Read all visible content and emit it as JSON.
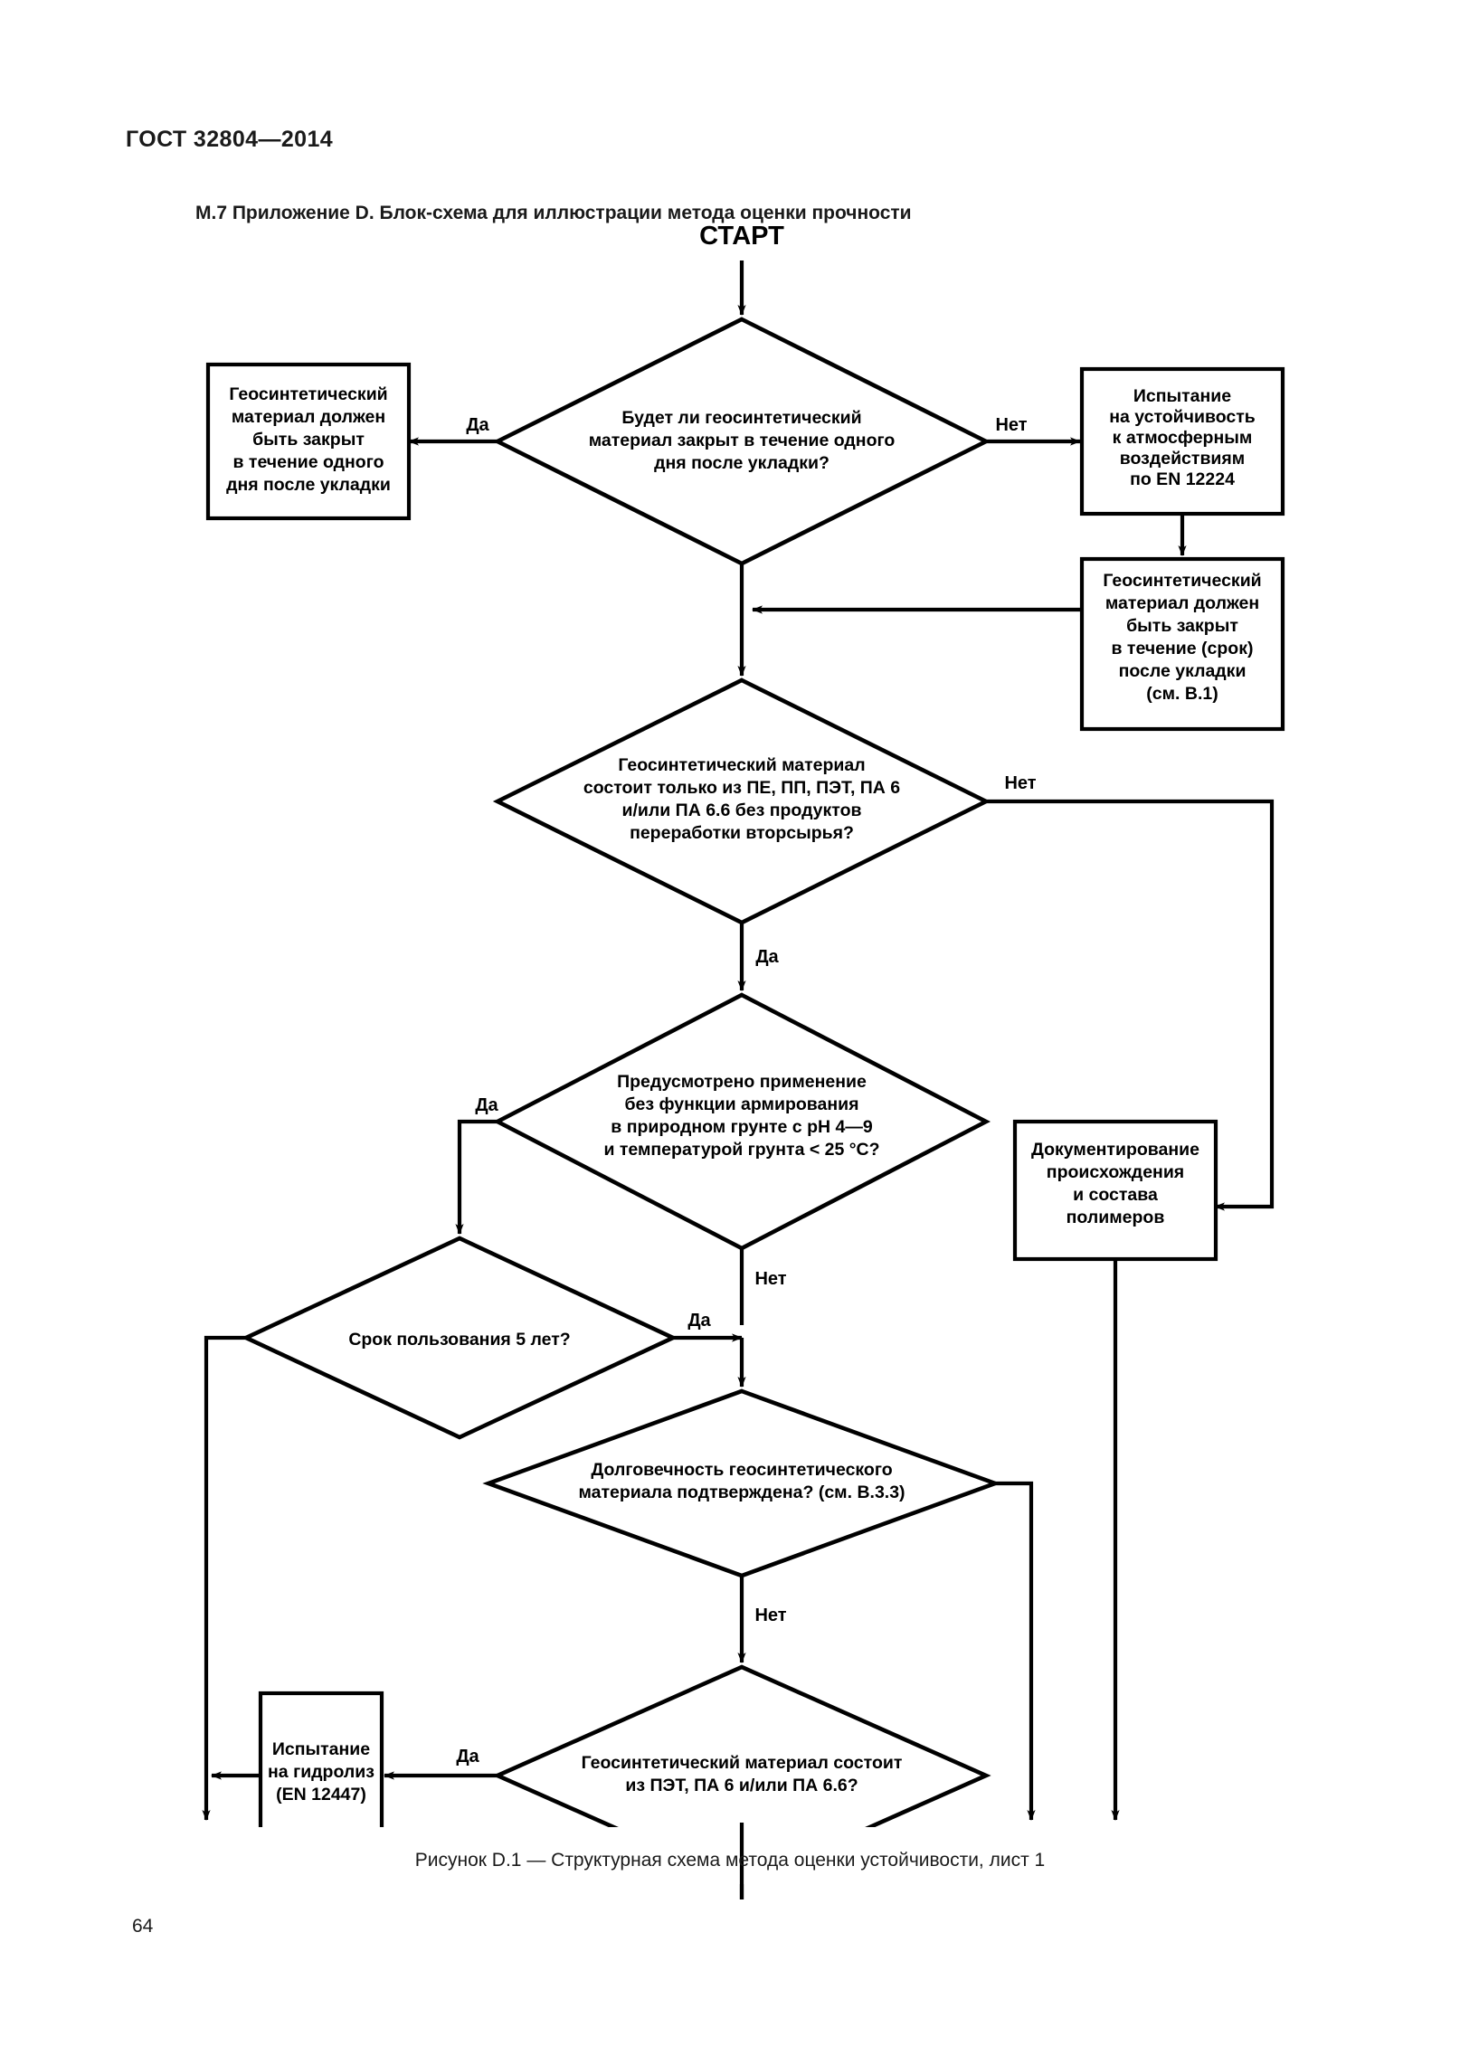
{
  "document": {
    "standard_header": "ГОСТ 32804—2014",
    "section_title": "М.7  Приложение D. Блок-схема для иллюстрации метода оценки прочности",
    "figure_caption": "Рисунок D.1  — Структурная схема метода оценки устойчивости, лист 1",
    "page_number": "64"
  },
  "colors": {
    "ink": "#000000",
    "paper": "#ffffff",
    "text": "#1a1a1a"
  },
  "flowchart": {
    "type": "flowchart",
    "start_label": "СТАРТ",
    "nodes": [
      {
        "id": "start",
        "kind": "label",
        "text": "СТАРТ"
      },
      {
        "id": "d1",
        "kind": "decision",
        "lines": [
          "Будет ли геосинтетический",
          "материал закрыт в течение одного",
          "дня после укладки?"
        ]
      },
      {
        "id": "p_left1",
        "kind": "process",
        "lines": [
          "Геосинтетический",
          "материал должен",
          "быть закрыт",
          "в течение одного",
          "дня после укладки"
        ]
      },
      {
        "id": "p_right1",
        "kind": "process",
        "lines": [
          "Испытание",
          "на устойчивость",
          "к атмосферным",
          "воздействиям",
          "по EN 12224"
        ]
      },
      {
        "id": "p_right2",
        "kind": "process",
        "lines": [
          "Геосинтетический",
          "материал должен",
          "быть закрыт",
          "в течение (срок)",
          "после укладки",
          "(см. В.1)"
        ]
      },
      {
        "id": "d2",
        "kind": "decision",
        "lines": [
          "Геосинтетический материал",
          "состоит только из ПЕ, ПП, ПЭТ, ПА 6",
          "и/или ПА 6.6 без продуктов",
          "переработки вторсырья?"
        ]
      },
      {
        "id": "d3",
        "kind": "decision",
        "lines": [
          "Предусмотрено применение",
          "без функции армирования",
          "в природном грунте с pH 4—9",
          "и температурой грунта < 25 °C?"
        ]
      },
      {
        "id": "d4",
        "kind": "decision",
        "lines": [
          "Срок пользования 5 лет?"
        ]
      },
      {
        "id": "p_doc",
        "kind": "process",
        "lines": [
          "Документирование",
          "происхождения",
          "и состава",
          "полимеров"
        ]
      },
      {
        "id": "d5",
        "kind": "decision",
        "lines": [
          "Долговечность геосинтетического",
          "материала подтверждена? (см. В.3.3)"
        ]
      },
      {
        "id": "d6",
        "kind": "decision",
        "lines": [
          "Геосинтетический материал состоит",
          "из ПЭТ, ПА 6 и/или ПА 6.6?"
        ]
      },
      {
        "id": "p_hydro",
        "kind": "process",
        "lines": [
          "Испытание",
          "на гидролиз",
          "(EN 12447)"
        ]
      }
    ],
    "edge_labels": {
      "d1_yes": "Да",
      "d1_no": "Нет",
      "d2_no": "Нет",
      "d2_yes": "Да",
      "d3_yes": "Да",
      "d3_no": "Нет",
      "d4_yes": "Да",
      "d5_no": "Нет",
      "d6_yes": "Да"
    }
  }
}
